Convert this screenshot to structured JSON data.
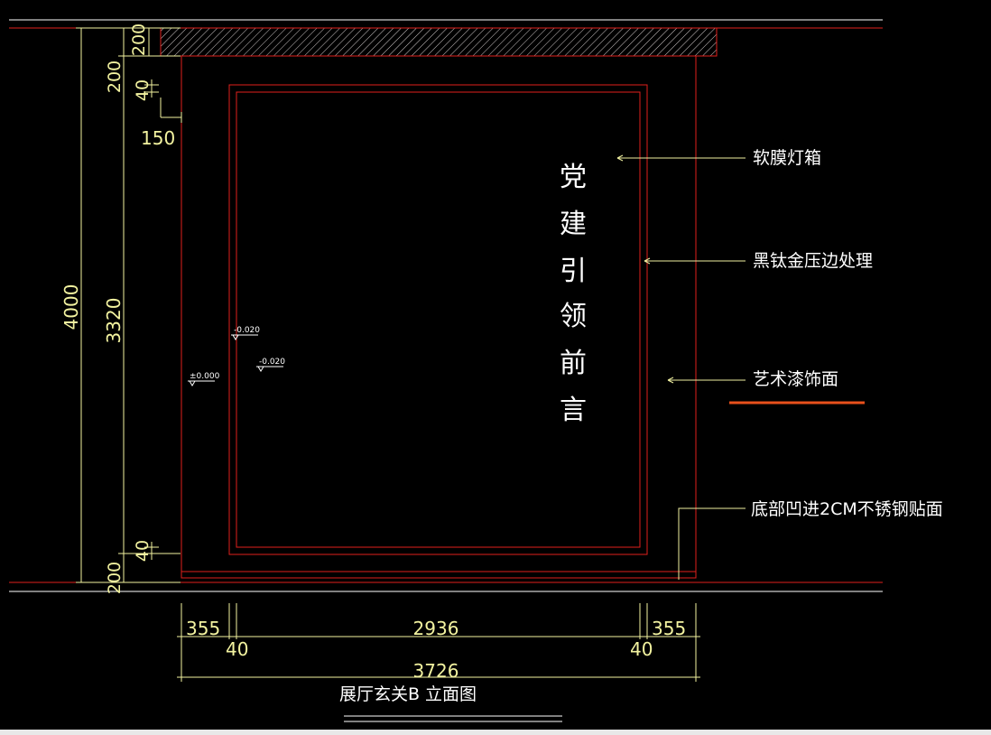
{
  "drawing": {
    "title": "展厅玄关B 立面图",
    "vertical_text": [
      "党",
      "建",
      "引",
      "领",
      "前",
      "言"
    ],
    "dimensions": {
      "left_total": "4000",
      "left_inner": "3320",
      "left_top": "200",
      "left_bottom": "200",
      "inner_top_200": "200",
      "inner_top_40": "40",
      "inner_bottom_40": "40",
      "offset_150": "150",
      "bottom_355_left": "355",
      "bottom_2936": "2936",
      "bottom_355_right": "355",
      "bottom_40_left": "40",
      "bottom_40_right": "40",
      "bottom_total": "3726"
    },
    "elevations": {
      "e1": "±0.000",
      "e2": "-0.020",
      "e3": "-0.020"
    },
    "annotations": {
      "soft_film": "软膜灯箱",
      "black_titanium": "黑钛金压边处理",
      "art_paint": "艺术漆饰面",
      "stainless": "底部凹进2CM不锈钢贴面"
    },
    "colors": {
      "outline_red": "#e0201c",
      "dimension_yellow": "#f3f3a0",
      "leader_yellow": "#f0f0a0",
      "white_line": "#ffffff",
      "orange_mark": "#e8501c"
    }
  }
}
